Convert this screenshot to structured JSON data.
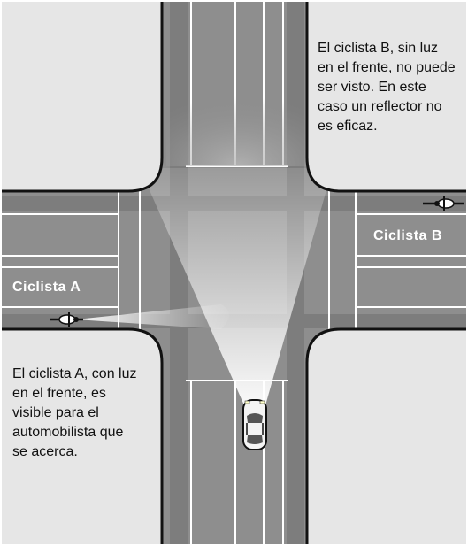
{
  "labels": {
    "cyclist_a": "Ciclista  A",
    "cyclist_b": "Ciclista  B"
  },
  "captions": {
    "cyclist_b": "El ciclista B, sin luz\nen el frente, no puede\nser visto. En este\ncaso un reflector no\nes eficaz.",
    "cyclist_a": "El ciclista A, con luz\nen el frente, es\nvisible para el\nautomobilista que\nse acerca."
  },
  "colors": {
    "road": "#8e8e8e",
    "road_edge": "#6a6a6a",
    "sidewalk": "#e6e6e6",
    "curb": "#111111",
    "marking": "#ffffff",
    "beam": "#ffffff"
  }
}
